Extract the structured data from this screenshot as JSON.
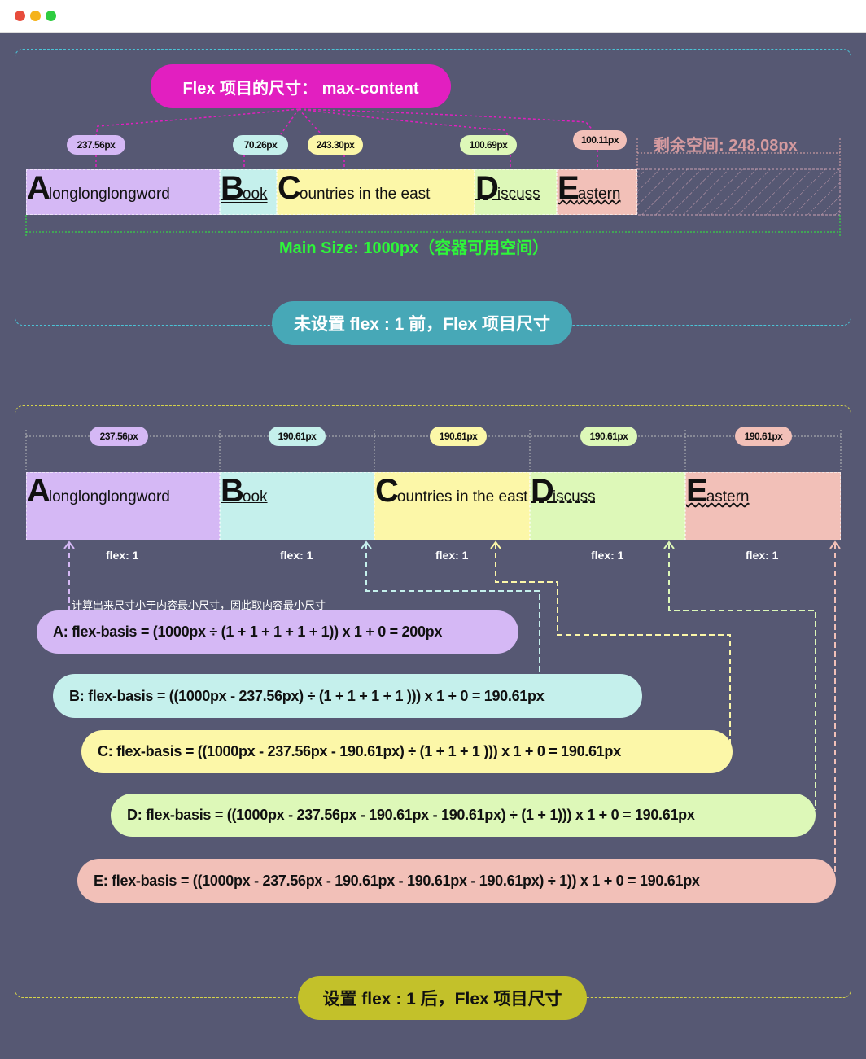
{
  "window": {
    "dots": [
      "#e74c3c",
      "#f5b31c",
      "#2ecc40"
    ]
  },
  "top": {
    "title_pill": "Flex 项目的尺寸： max-content",
    "sizes": [
      "237.56px",
      "70.26px",
      "243.30px",
      "100.69px",
      "100.11px"
    ],
    "items": [
      {
        "initial": "A",
        "rest": "longlonglongword"
      },
      {
        "initial": "B",
        "rest": "ook"
      },
      {
        "initial": "C",
        "rest": "ountries in the east"
      },
      {
        "initial": "D",
        "rest": "iscuss"
      },
      {
        "initial": "E",
        "rest": "astern"
      }
    ],
    "remaining": "剩余空间: 248.08px",
    "main_size": "Main Size: 1000px（容器可用空间）",
    "caption": "未设置 flex : 1 前，Flex 项目尺寸"
  },
  "bottom": {
    "sizes": [
      "237.56px",
      "190.61px",
      "190.61px",
      "190.61px",
      "190.61px"
    ],
    "flex_label": "flex: 1",
    "note": "计算出来尺寸小于内容最小尺寸，因此取内容最小尺寸",
    "formulas": [
      "A: flex-basis = (1000px ÷ (1 + 1 + 1 + 1 + 1)) x 1 + 0 = 200px",
      "B: flex-basis = ((1000px  - 237.56px) ÷ (1 + 1 + 1 + 1 ))) x 1 + 0 = 190.61px",
      "C: flex-basis = ((1000px  - 237.56px - 190.61px) ÷ (1 + 1 + 1 ))) x 1 + 0 = 190.61px",
      "D: flex-basis = ((1000px  - 237.56px - 190.61px - 190.61px) ÷ (1 + 1))) x 1 + 0 = 190.61px",
      "E: flex-basis = ((1000px  - 237.56px - 190.61px - 190.61px - 190.61px) ÷ 1)) x 1 + 0 = 190.61px"
    ],
    "caption": "设置 flex : 1 后，Flex 项目尺寸"
  },
  "colors": {
    "a": "#d5b8f5",
    "b": "#c5f0ec",
    "c": "#fcf7a8",
    "d": "#ddf8b8",
    "e": "#f2c0b8",
    "magenta": "#e21fc0",
    "teal": "#47a8b7",
    "olive": "#c3c12a",
    "green": "#2ef53a"
  }
}
